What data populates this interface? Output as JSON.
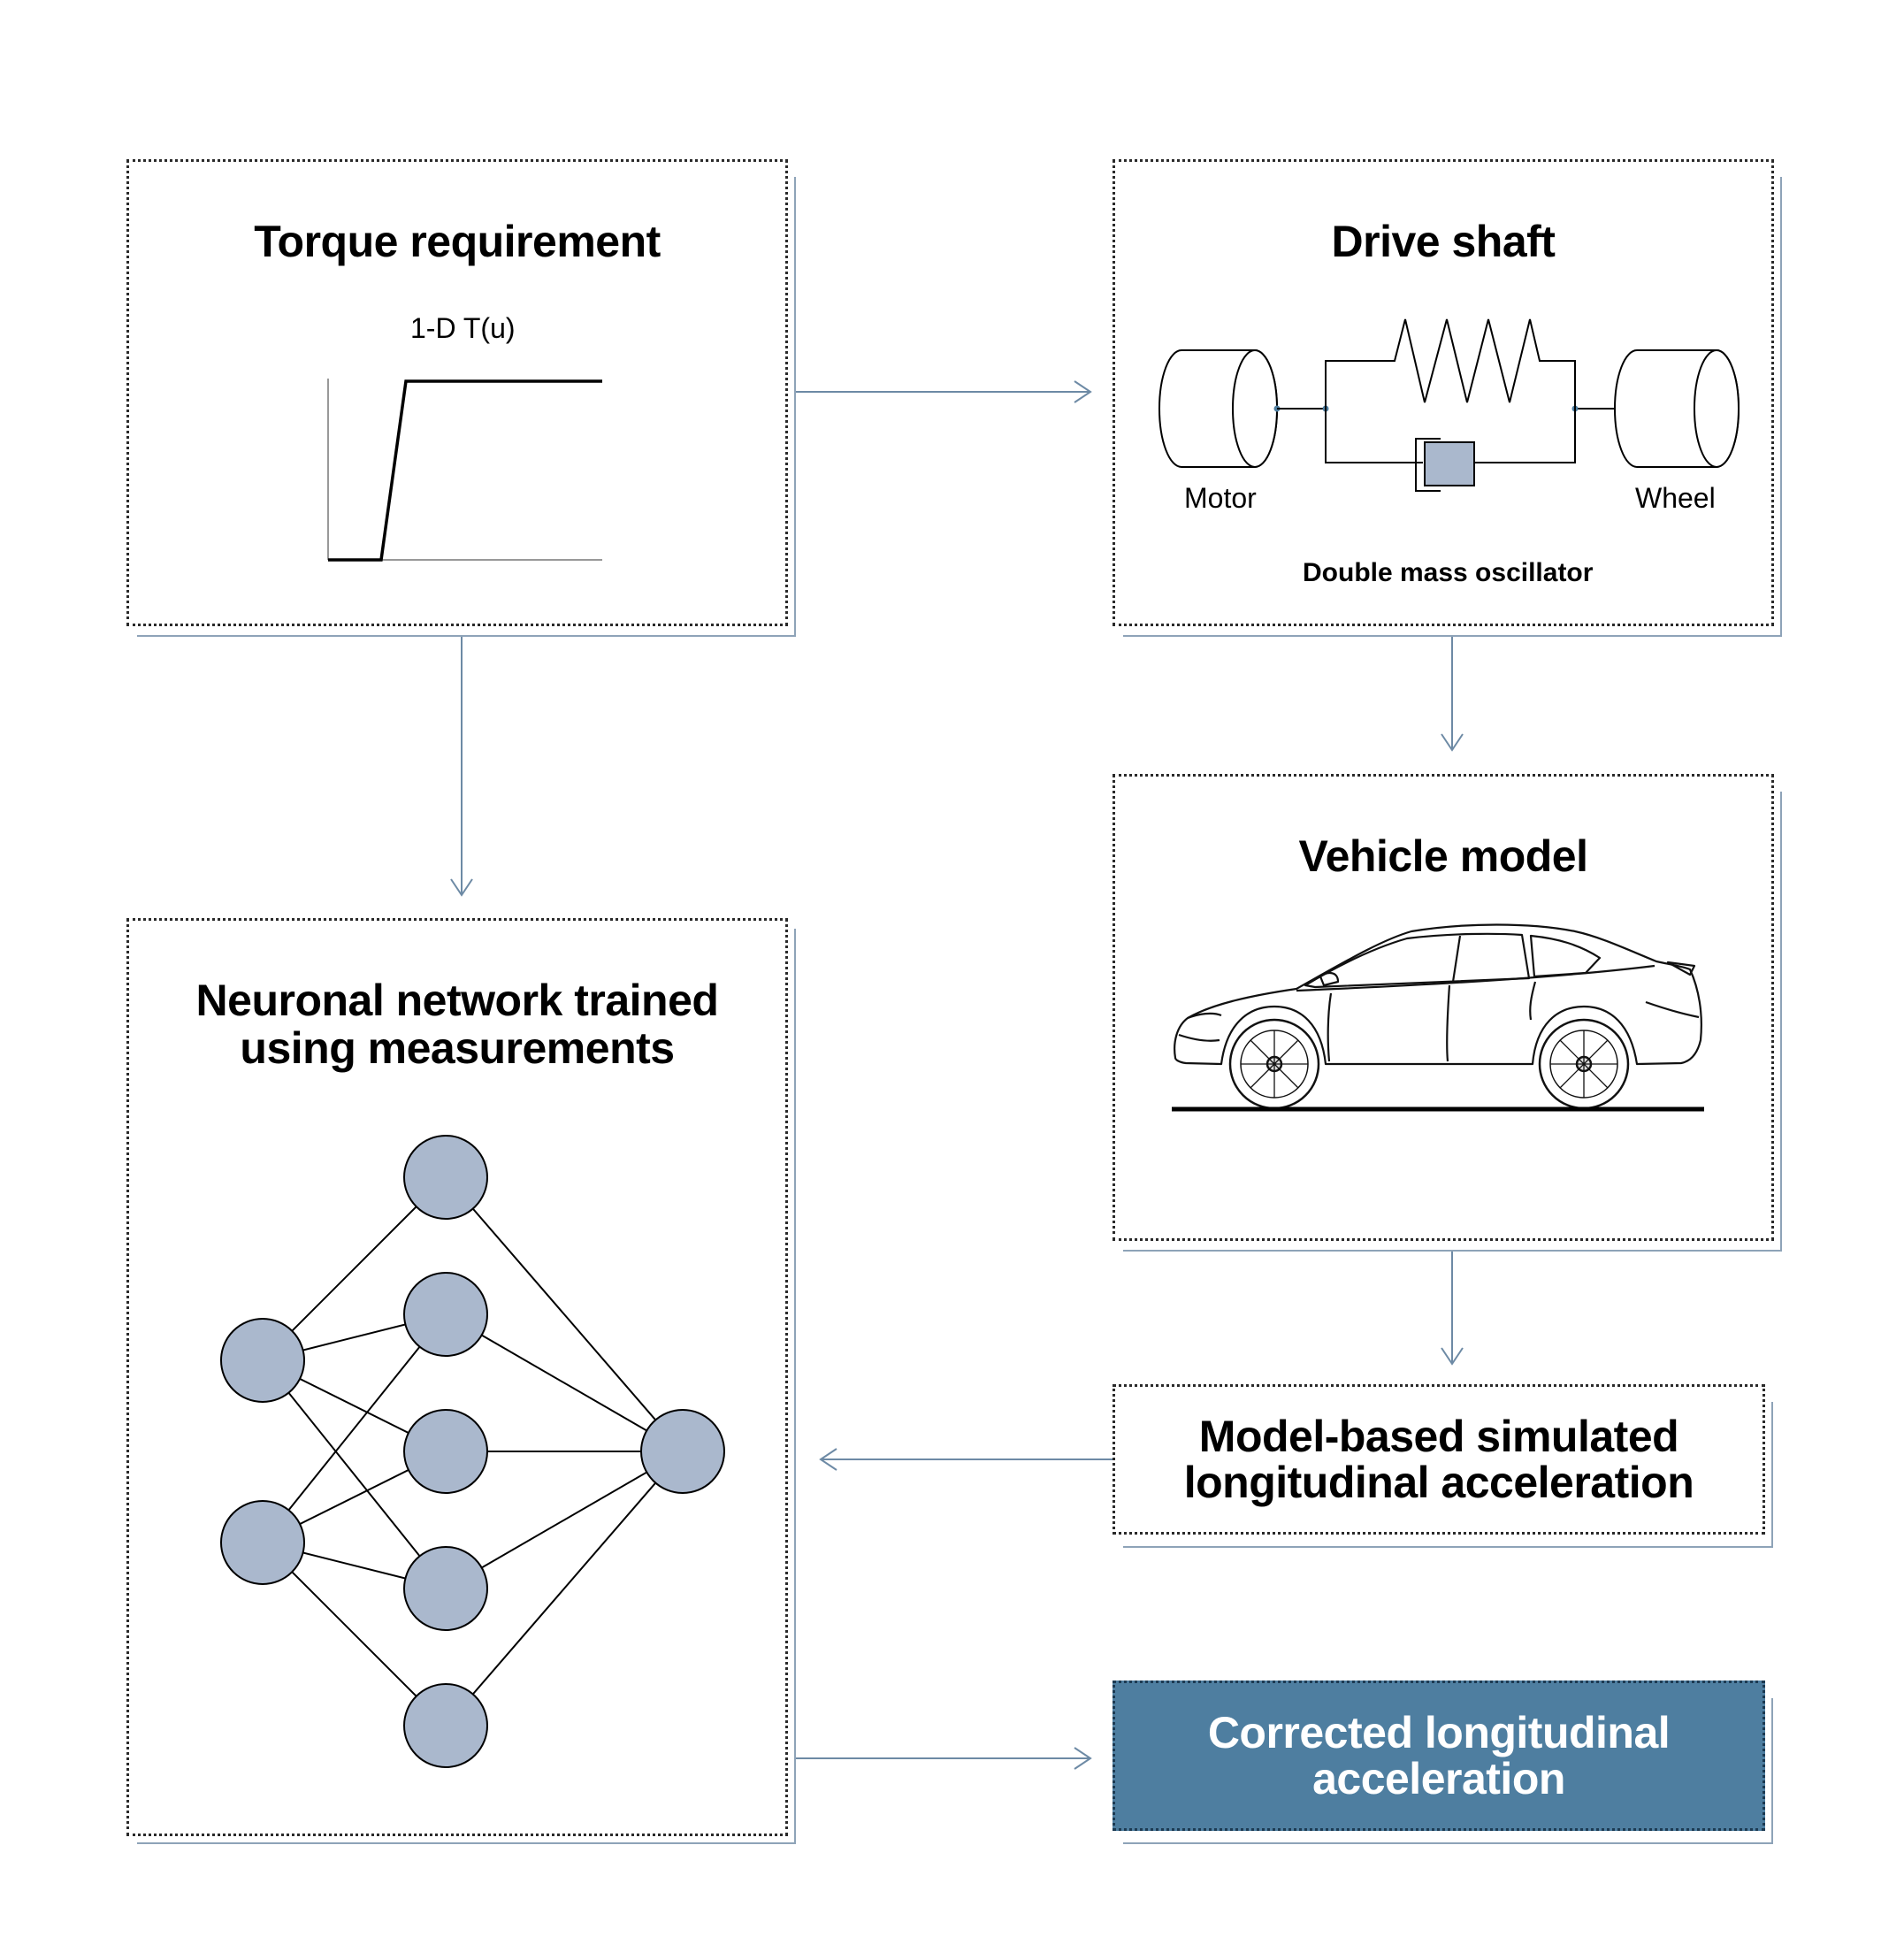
{
  "torque": {
    "title": "Torque requirement",
    "graph_label": "1-D T(u)"
  },
  "drive_shaft": {
    "title": "Drive shaft",
    "motor_label": "Motor",
    "wheel_label": "Wheel",
    "caption": "Double mass oscillator"
  },
  "vehicle": {
    "title": "Vehicle model"
  },
  "network": {
    "title_line1": "Neuronal network trained",
    "title_line2": "using measurements"
  },
  "simulated": {
    "title_line1": "Model-based simulated",
    "title_line2": "longitudinal acceleration"
  },
  "corrected": {
    "title_line1": "Corrected longitudinal",
    "title_line2": "acceleration"
  },
  "colors": {
    "arrow": "#6d8aa5",
    "node_fill": "#aab8cd",
    "highlight": "#4e7ea0"
  }
}
